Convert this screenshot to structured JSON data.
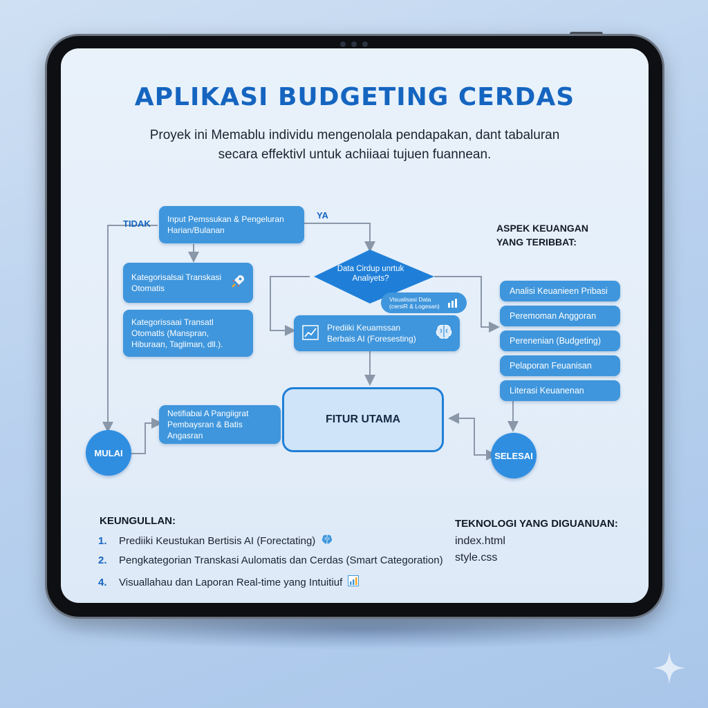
{
  "title": "APLIKASI BUDGETING CERDAS",
  "subtitle_line1": "Proyek ini Memablu individu mengenolala pendapakan, dant tabaluran",
  "subtitle_line2": "secara effektivl untuk achiiaai tujuen fuannean.",
  "flow": {
    "label_tidak": "TIDAK",
    "label_ya": "YA",
    "input_box": [
      "Input Pemssukan & Pengeluran",
      "Harian/Bulanan"
    ],
    "categorize1": [
      "Kategorisalsai Transkasi",
      "Otomatis"
    ],
    "categorize2": [
      "Kategorissaai Transatl",
      "Otomatls (Manspran,",
      "Hiburaan, Tagliman, dll.)."
    ],
    "decision": [
      "Data Cirdup unrtuk",
      "Analiyets?"
    ],
    "viz_chip": [
      "Visualisasi Data",
      "(cersiR & Logesan)"
    ],
    "prediction": [
      "Prediiki Keuamssan",
      "Berbais AI (Foresesting)"
    ],
    "notification": [
      "Netifiabai A Pangiigrat",
      "Pembaysran & Batis Angasran"
    ],
    "main_feature": "FITUR UTAMA",
    "start": "MULAI",
    "end": "SELESAI"
  },
  "aspects": {
    "heading_line1": "ASPEK KEUANGAN",
    "heading_line2": "YANG TERIBBAT:",
    "items": [
      "Analisi Keuanieen Pribasi",
      "Peremoman Anggoran",
      "Perenenian (Budgeting)",
      "Pelaporan Feuanisan",
      "Literasi Keuanenan"
    ]
  },
  "advantages": {
    "heading": "KEUNGULLAN:",
    "items": [
      {
        "num": "1.",
        "text": "Prediiki Keustukan Bertisis AI (Forectating)",
        "icon": "brain-icon"
      },
      {
        "num": "2.",
        "text": "Pengkategorian Transkasi Aulomatis dan Cerdas (Smart Categoration)",
        "icon": ""
      },
      {
        "num": "4.",
        "text": "Visuallahau dan Laporan Real-time yang Intuitiuf",
        "icon": "bar-chart-icon"
      }
    ]
  },
  "technology": {
    "heading": "TEKNOLOGI YANG DIGUANUAN:",
    "items": [
      "index.html",
      "style.css"
    ]
  },
  "colors": {
    "accent": "#1565c0",
    "box": "#3f96dc",
    "main_border": "#1e7fd6",
    "background": "#e9f2fb"
  }
}
